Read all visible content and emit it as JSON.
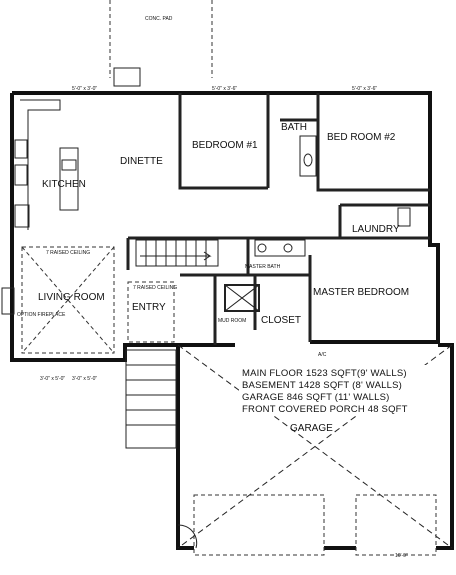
{
  "rooms": {
    "conc_pad": "CONC. PAD",
    "dinette": "DINETTE",
    "bedroom1": "BEDROOM #1",
    "bath": "BATH",
    "bedroom2": "BED ROOM #2",
    "kitchen": "KITCHEN",
    "laundry": "LAUNDRY",
    "master_bath": "MASTER BATH",
    "master_bedroom": "MASTER BEDROOM",
    "living_room": "LIVING ROOM",
    "entry": "ENTRY",
    "mud_room": "MUD ROOM",
    "closet": "CLOSET",
    "garage": "GARAGE"
  },
  "labels": {
    "raised_ceiling_living": "7 RAISED CEILING",
    "raised_ceiling_entry": "7 RAISED CEILING",
    "fireplace": "OPTION FIREPLACE",
    "ac": "A/C"
  },
  "dimensions": {
    "d1": "5'-0\" x 3'-0\"",
    "d2": "5'-0\" x 3'-6\"",
    "d3": "5'-0\" x 3'-6\"",
    "d4": "3'-0\" x 5'-0\"",
    "d5": "3'-0\" x 5'-0\"",
    "d6": "16'-0\""
  },
  "summary": {
    "main_floor": "MAIN FLOOR 1523 SQFT(9' WALLS)",
    "basement": "BASEMENT 1428 SQFT (8' WALLS)",
    "garage": "GARAGE 846 SQFT (11' WALLS)",
    "porch": "FRONT COVERED PORCH 48 SQFT"
  }
}
